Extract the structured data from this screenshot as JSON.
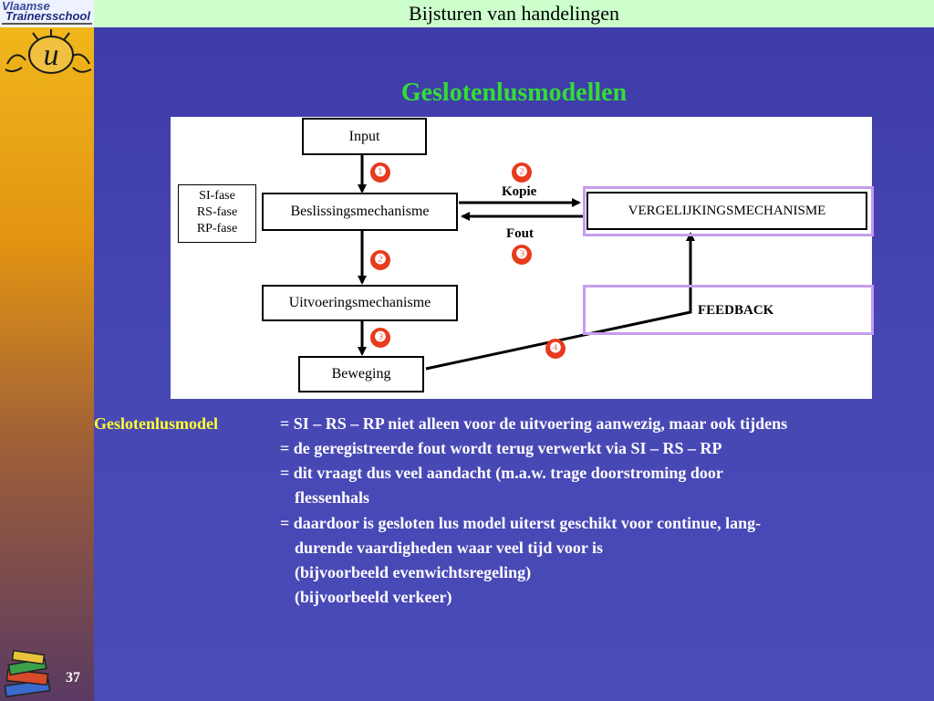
{
  "header": {
    "title": "Bijsturen van handelingen"
  },
  "logo": {
    "line1": "Vlaamse",
    "line2": "Trainersschool",
    "letter": "u"
  },
  "slide": {
    "subtitle": "Geslotenlusmodellen",
    "page_number": "37"
  },
  "diagram": {
    "input": "Input",
    "decision": "Beslissingsmechanisme",
    "execution": "Uitvoeringsmechanisme",
    "movement": "Beweging",
    "comparison": "VERGELIJKINGSMECHANISME",
    "feedback": "FEEDBACK",
    "phases": [
      "SI-fase",
      "RS-fase",
      "RP-fase"
    ],
    "copy_label": "Kopie",
    "error_label": "Fout",
    "markers": {
      "input_to_decision": "❶",
      "decision_to_execution": "❷",
      "execution_to_movement": "❸",
      "copy": "❷",
      "error": "❸",
      "feedback": "❹"
    },
    "colors": {
      "marker": "#e83a1c",
      "highlight_border": "#c69cf0"
    }
  },
  "body": {
    "term": "Geslotenlusmodel",
    "lines": [
      "= SI – RS – RP niet alleen voor de uitvoering aanwezig, maar ook tijdens",
      "= de geregistreerde fout wordt terug verwerkt via SI – RS – RP",
      "= dit vraagt dus veel aandacht (m.a.w. trage doorstroming door",
      "flessenhals",
      "= daardoor is gesloten lus model uiterst geschikt voor continue, lang-",
      "durende vaardigheden waar veel tijd voor is",
      "(bijvoorbeeld evenwichtsregeling)",
      "(bijvoorbeeld verkeer)"
    ]
  },
  "theme": {
    "header_bg": "#ccffcc",
    "subtitle_color": "#33dd33",
    "term_color": "#ffff33",
    "main_bg": "#4444b0"
  }
}
